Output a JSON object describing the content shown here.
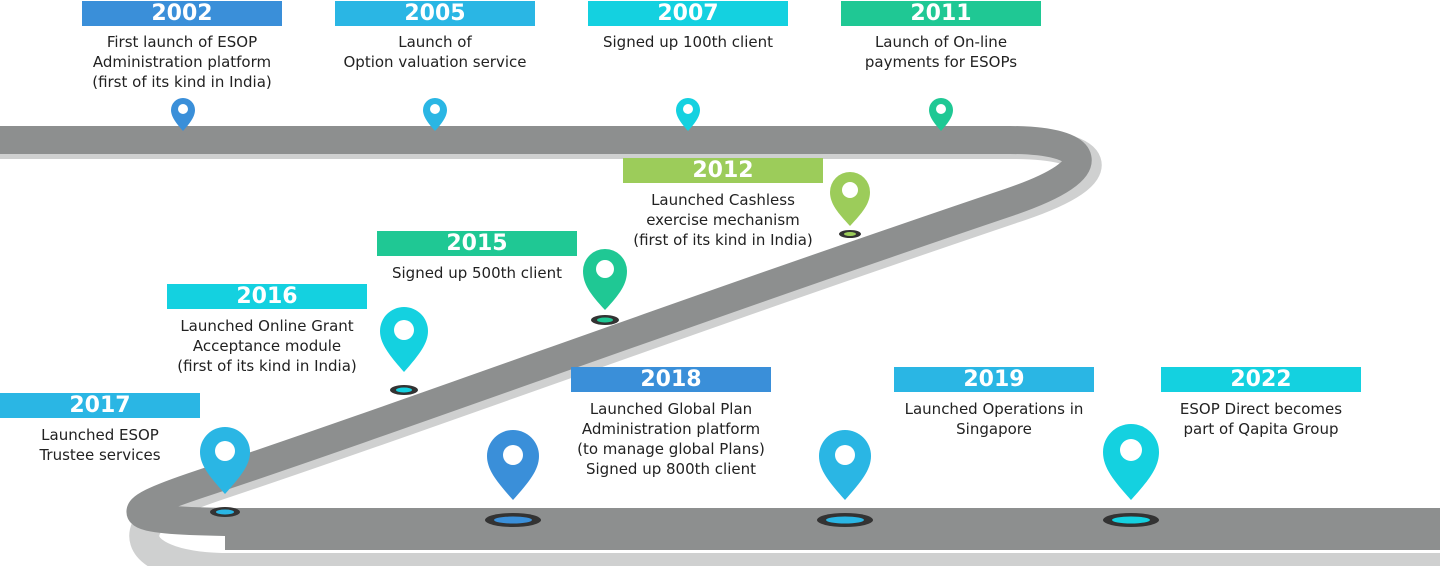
{
  "colors": {
    "road": "#8d8f8f",
    "road_shadow": "#cfd0d0",
    "blue": "#3a8fd9",
    "sky": "#2ab6e4",
    "cyan": "#14d1e0",
    "green": "#1fc894",
    "lime": "#9ccc5a"
  },
  "milestones": [
    {
      "id": "2002",
      "year": "2002",
      "lines": [
        "First launch of ESOP",
        "Administration platform",
        "(first of its kind in India)"
      ],
      "color": "#3a8fd9"
    },
    {
      "id": "2005",
      "year": "2005",
      "lines": [
        "Launch of",
        "Option valuation service"
      ],
      "color": "#2ab6e4"
    },
    {
      "id": "2007",
      "year": "2007",
      "lines": [
        "Signed up 100th client"
      ],
      "color": "#14d1e0"
    },
    {
      "id": "2011",
      "year": "2011",
      "lines": [
        "Launch of On-line",
        "payments for ESOPs"
      ],
      "color": "#1fc894"
    },
    {
      "id": "2012",
      "year": "2012",
      "lines": [
        "Launched Cashless",
        "exercise mechanism",
        "(first of its kind in India)"
      ],
      "color": "#9ccc5a"
    },
    {
      "id": "2015",
      "year": "2015",
      "lines": [
        "Signed up 500th client"
      ],
      "color": "#1fc894"
    },
    {
      "id": "2016",
      "year": "2016",
      "lines": [
        "Launched Online Grant",
        "Acceptance module",
        "(first of its kind in India)"
      ],
      "color": "#14d1e0"
    },
    {
      "id": "2017",
      "year": "2017",
      "lines": [
        "Launched ESOP",
        "Trustee services"
      ],
      "color": "#2ab6e4"
    },
    {
      "id": "2018",
      "year": "2018",
      "lines": [
        "Launched Global Plan",
        "Administration platform",
        "(to manage global Plans)",
        "Signed up 800th client"
      ],
      "color": "#3a8fd9"
    },
    {
      "id": "2019",
      "year": "2019",
      "lines": [
        "Launched Operations in",
        "Singapore"
      ],
      "color": "#2ab6e4"
    },
    {
      "id": "2022",
      "year": "2022",
      "lines": [
        "ESOP Direct becomes",
        "part of Qapita Group"
      ],
      "color": "#14d1e0"
    }
  ]
}
